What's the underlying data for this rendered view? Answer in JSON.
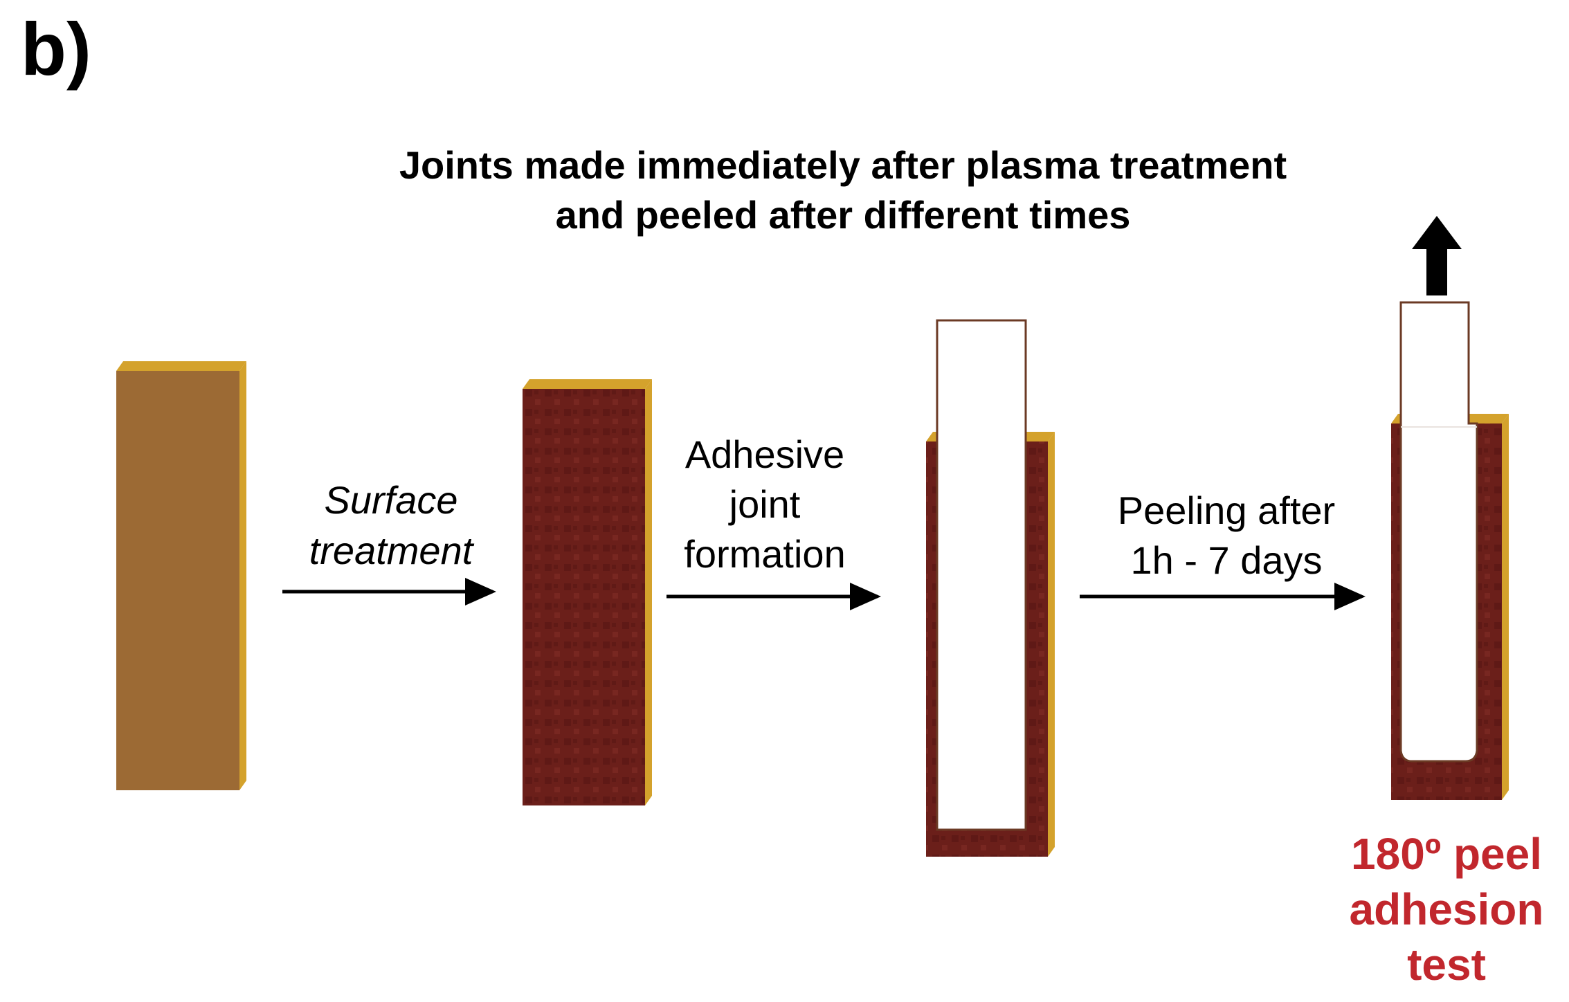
{
  "panel_label": "b)",
  "title": {
    "line1": "Joints made immediately after plasma treatment",
    "line2": "and peeled after different times"
  },
  "steps": [
    {
      "label_lines": [
        "Surface",
        "treatment"
      ],
      "italic": true
    },
    {
      "label_lines": [
        "Adhesive",
        "joint",
        "formation"
      ],
      "italic": false
    },
    {
      "label_lines": [
        "Peeling after",
        "1h - 7 days"
      ],
      "italic": false
    }
  ],
  "test_label": {
    "lines": [
      "180º peel",
      "adhesion",
      "test"
    ]
  },
  "colors": {
    "untreated_substrate": "#9c6a34",
    "treated_substrate": "#6b1f1a",
    "substrate_edge": "#d4a22c",
    "tape_outline": "#6b3a24",
    "arrow": "#000000",
    "test_label": "#c1272d"
  }
}
